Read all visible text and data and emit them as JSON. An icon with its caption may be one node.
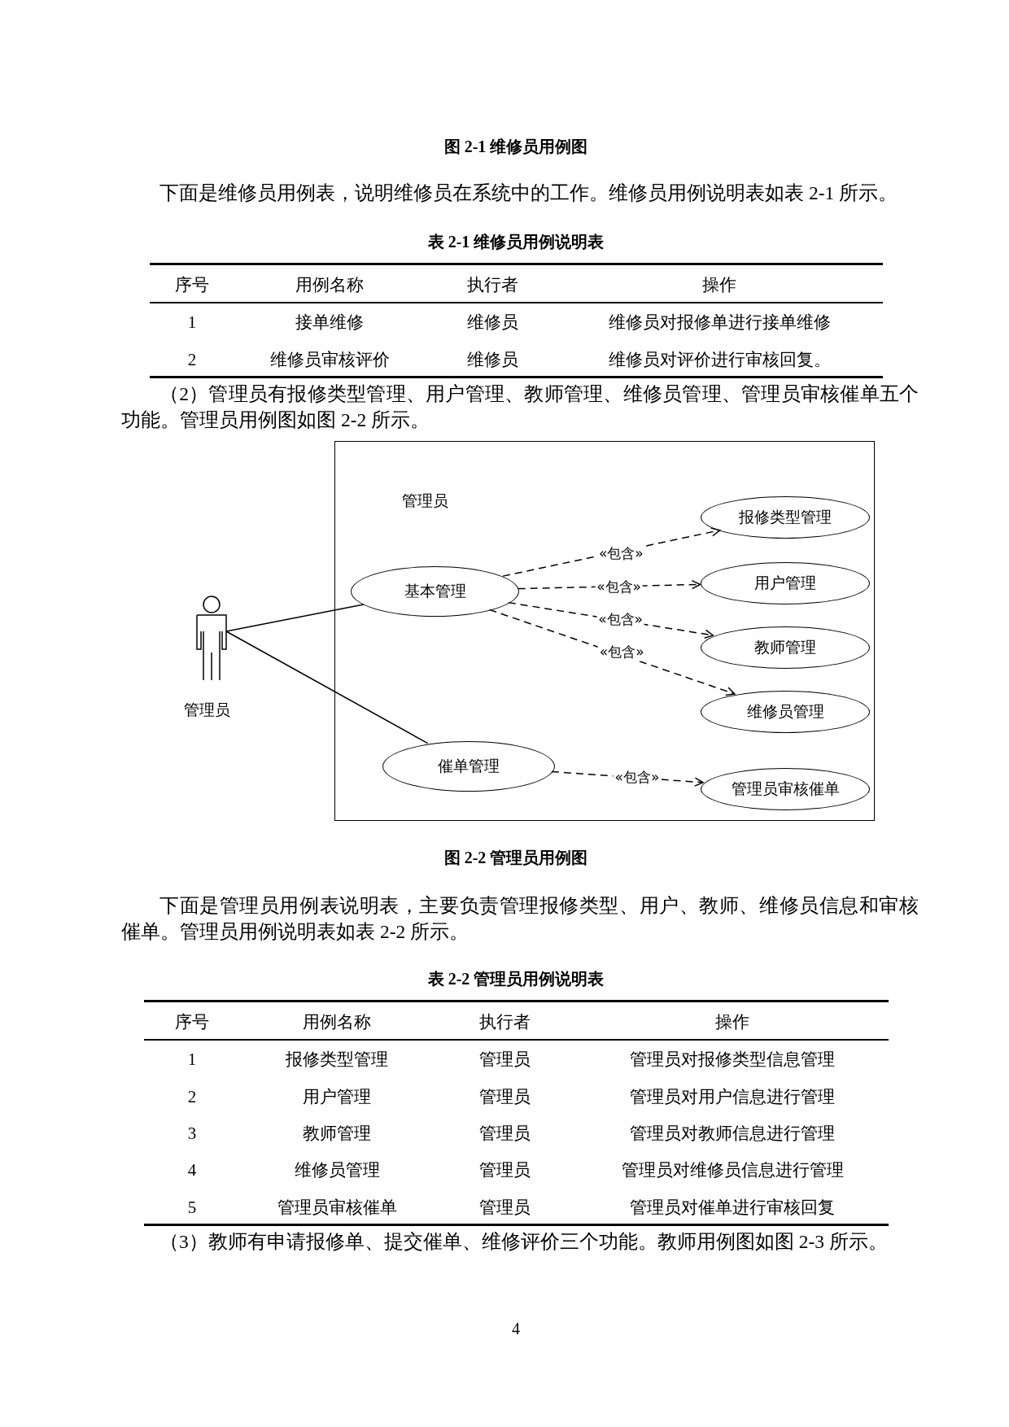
{
  "diagram": {
    "caption": "图 2-2  管理员用例图",
    "nodes": [
      {
        "text": [
          "管理员"
        ]
      },
      {
        "text": [
          "管理员"
        ]
      },
      {
        "text": [
          "基本管理"
        ],
        "in": 0
      },
      {
        "text": [
          "催单管理"
        ],
        "in": 0
      },
      {
        "text": [
          "报修类型管理"
        ],
        "in": 0
      },
      {
        "text": [
          "用户管理"
        ],
        "in": 0
      },
      {
        "text": [
          "教师管理"
        ],
        "in": 0
      },
      {
        "text": [
          "维修员管理"
        ],
        "in": 0
      },
      {
        "text": [
          "管理员审核催单"
        ],
        "in": 0
      }
    ],
    "edges": [
      {
        "from": 1,
        "to": 2,
        "arrow": "none"
      },
      {
        "from": 1,
        "to": 3,
        "arrow": "none"
      },
      {
        "from": 2,
        "to": 4,
        "arrow": "to",
        "style": "dashed",
        "label": "«包含»"
      },
      {
        "from": 2,
        "to": 5,
        "arrow": "to",
        "style": "dashed",
        "label": "«包含»"
      },
      {
        "from": 2,
        "to": 6,
        "arrow": "to",
        "style": "dashed",
        "label": "«包含»"
      },
      {
        "from": 2,
        "to": 7,
        "arrow": "to",
        "style": "dashed",
        "label": "«包含»"
      },
      {
        "from": 3,
        "to": 8,
        "arrow": "to",
        "style": "dashed",
        "label": "«包含»"
      }
    ],
    "labels": [
      "图 2-1  维修员用例图",
      "下面是维修员用例表，说明维修员在系统中的工作。维修员用例说明表如表 2-1 所示。",
      "表 2-1  维修员用例说明表",
      "序号",
      "用例名称",
      "执行者",
      "操作",
      "1",
      "接单维修",
      "维修员",
      "维修员对报修单进行接单维修",
      "2",
      "维修员审核评价",
      "维修员",
      "维修员对评价进行审核回复。",
      "（2）管理员有报修类型管理、用户管理、教师管理、维修员管理、管理员审核催单五个功能。管理员用例图如图 2-2 所示。",
      "下面是管理员用例表说明表，主要负责管理报修类型、用户、教师、维修员信息和审核催单。管理员用例说明表如表 2-2 所示。",
      "表 2-2  管理员用例说明表",
      "序号",
      "用例名称",
      "执行者",
      "操作",
      "1",
      "报修类型管理",
      "管理员",
      "管理员对报修类型信息管理",
      "2",
      "用户管理",
      "管理员",
      "管理员对用户信息进行管理",
      "3",
      "教师管理",
      "管理员",
      "管理员对教师信息进行管理",
      "4",
      "维修员管理",
      "管理员",
      "管理员对维修员信息进行管理",
      "5",
      "管理员审核催单",
      "管理员",
      "管理员对催单进行审核回复",
      "（3）教师有申请报修单、提交催单、维修评价三个功能。教师用例图如图 2-3 所示。",
      "4"
    ]
  }
}
